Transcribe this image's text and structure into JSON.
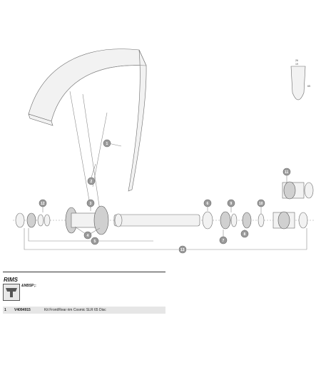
{
  "diagram": {
    "callouts": [
      {
        "id": "c1",
        "text": "1"
      },
      {
        "id": "c2",
        "text": "2"
      },
      {
        "id": "c3",
        "text": "3"
      },
      {
        "id": "c4",
        "text": "4"
      },
      {
        "id": "c5",
        "text": "5"
      },
      {
        "id": "c6",
        "text": "6"
      },
      {
        "id": "c7",
        "text": "7"
      },
      {
        "id": "c8",
        "text": "8"
      },
      {
        "id": "c9",
        "text": "9"
      },
      {
        "id": "c10",
        "text": "10"
      },
      {
        "id": "c11",
        "text": "11"
      },
      {
        "id": "c12",
        "text": "12"
      },
      {
        "id": "c13",
        "text": "13"
      }
    ],
    "rim_profile": {
      "width_outer": "26",
      "width_inner": "19",
      "depth": "65"
    }
  },
  "section": {
    "title": "RIMS",
    "icon_label": "&NBSP;:"
  },
  "parts_table": {
    "rows": [
      {
        "number": "1",
        "reference": "V4094915",
        "description": "Kit Front/Rear rim Cosmic SLR 65 Disc"
      }
    ]
  }
}
